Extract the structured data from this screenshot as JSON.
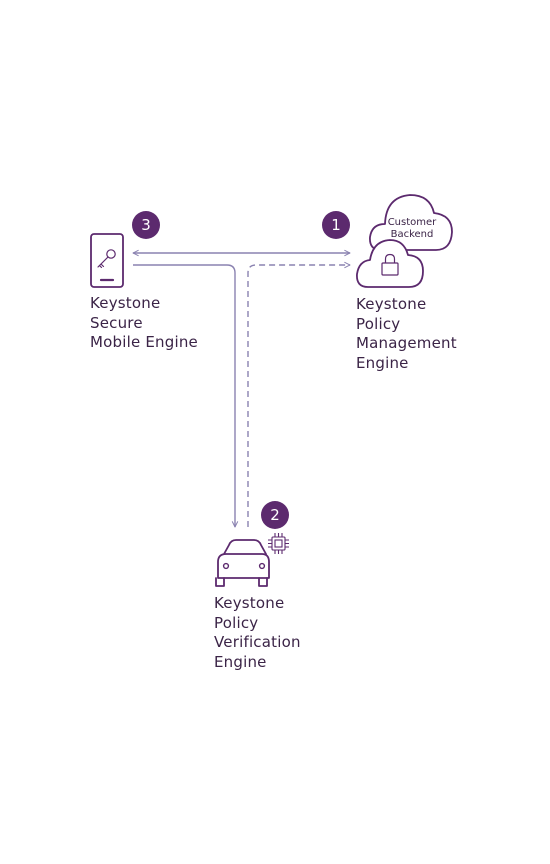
{
  "colors": {
    "primary": "#5c2a6e",
    "connector": "#8a82b0",
    "text": "#3b2447"
  },
  "nodes": {
    "mobile": {
      "step": "3",
      "label_lines": [
        "Keystone",
        "Secure",
        "Mobile Engine"
      ],
      "icon": "smartphone-key-icon"
    },
    "policy_management": {
      "step": "1",
      "label_lines": [
        "Keystone",
        "Policy",
        "Management",
        "Engine"
      ],
      "icon": "cloud-lock-icon",
      "cloud_label_lines": [
        "Customer",
        "Backend"
      ]
    },
    "verification": {
      "step": "2",
      "label_lines": [
        "Keystone",
        "Policy",
        "Verification",
        "Engine"
      ],
      "icon": "car-icon",
      "secondary_icon": "chip-icon"
    }
  }
}
